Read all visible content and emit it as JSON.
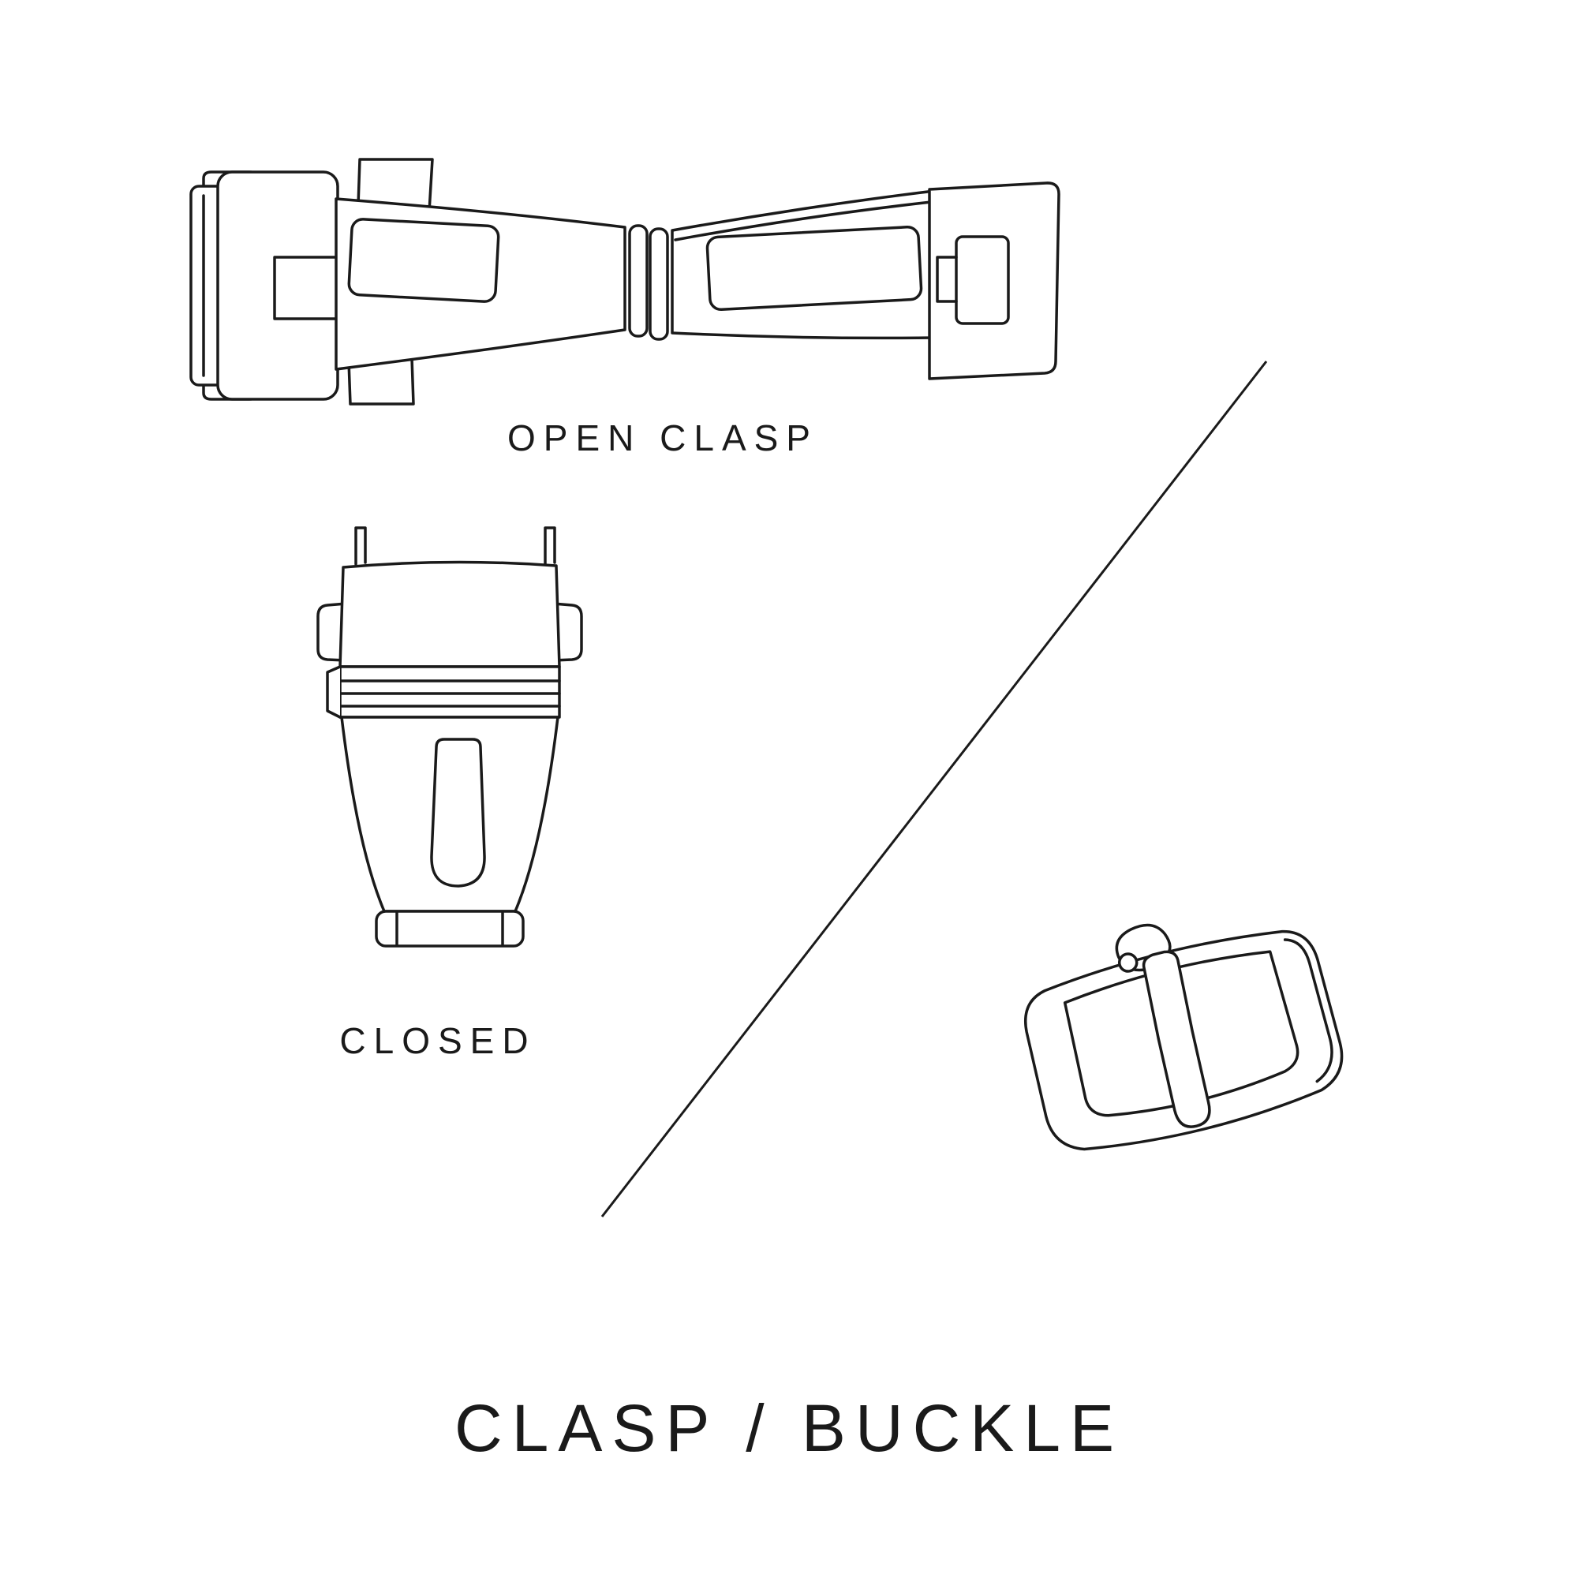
{
  "canvas": {
    "background": "#ffffff",
    "line_color": "#1a1a1a"
  },
  "labels": {
    "open_clasp": "OPEN CLASP",
    "closed": "CLOSED",
    "title": "CLASP / BUCKLE"
  },
  "illustrations": {
    "open_clasp": "open-deployant-clasp-line-drawing",
    "closed_clasp": "closed-clasp-line-drawing",
    "pin_buckle": "pin-buckle-line-drawing",
    "divider": "diagonal-divider-line"
  }
}
